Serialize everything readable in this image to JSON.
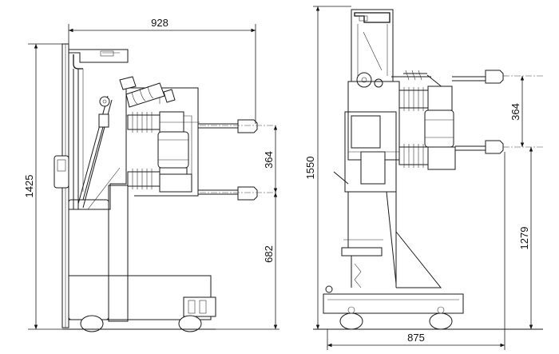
{
  "dimensions": {
    "left_width": "928",
    "left_height": "1425",
    "left_spacing": "364",
    "left_bottom": "682",
    "right_height": "1550",
    "right_spacing": "364",
    "right_lower": "1279",
    "right_width": "875"
  }
}
